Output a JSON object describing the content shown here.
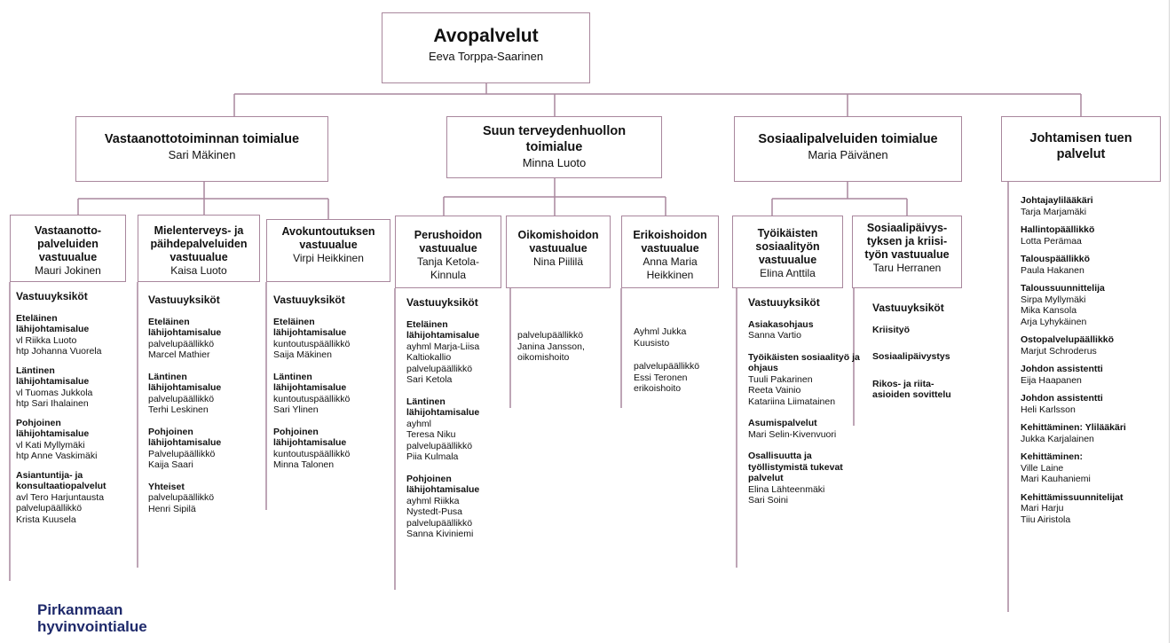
{
  "colors": {
    "connector": "#a9879d",
    "box_border": "#a9879d",
    "logo": "#1f2a6b"
  },
  "top": {
    "title": "Avopalvelut",
    "name": "Eeva Torppa-Saarinen"
  },
  "divisions": [
    {
      "title": "Vastaanottotoiminnan toimialue",
      "name": "Sari Mäkinen"
    },
    {
      "title": "Suun terveydenhuollon toimialue",
      "name": "Minna Luoto"
    },
    {
      "title": "Sosiaalipalveluiden toimialue",
      "name": "Maria Päivänen"
    },
    {
      "title": "Johtamisen tuen palvelut",
      "name": ""
    }
  ],
  "units": [
    {
      "title": "Vastaanotto-palveluiden vastuualue",
      "name": "Mauri Jokinen"
    },
    {
      "title": "Mielenterveys- ja päihdepalveluiden vastuualue",
      "name": "Kaisa Luoto"
    },
    {
      "title": "Avokuntoutuksen vastuualue",
      "name": "Virpi Heikkinen"
    },
    {
      "title": "Perushoidon vastuualue",
      "name": "Tanja Ketola-Kinnula"
    },
    {
      "title": "Oikomishoidon vastuualue",
      "name": "Nina Piililä"
    },
    {
      "title": "Erikoishoidon vastuualue",
      "name": "Anna Maria Heikkinen"
    },
    {
      "title": "Työikäisten sosiaalityön vastuualue",
      "name": "Elina Anttila"
    },
    {
      "title": "Sosiaalipäivys-tyksen ja kriisi-työn vastuualue",
      "name": "Taru Herranen"
    }
  ],
  "columns": [
    {
      "header": "Vastuuyksiköt",
      "sections": [
        {
          "title": "Eteläinen lähijohtamisalue",
          "lines": [
            "vl Riikka Luoto",
            "htp Johanna Vuorela"
          ]
        },
        {
          "title": "Läntinen lähijohtamisalue",
          "lines": [
            "vl Tuomas Jukkola",
            "htp Sari Ihalainen"
          ]
        },
        {
          "title": "Pohjoinen lähijohtamisalue",
          "lines": [
            "vl Kati Myllymäki",
            "htp Anne Vaskimäki"
          ]
        },
        {
          "title": "Asiantuntija- ja konsultaatiopalvelut",
          "lines": [
            "avl Tero Harjuntausta",
            "palvelupäällikkö",
            "Krista Kuusela"
          ]
        }
      ]
    },
    {
      "header": "Vastuuyksiköt",
      "sections": [
        {
          "title": "Eteläinen lähijohtamisalue",
          "lines": [
            "palvelupäällikkö",
            "Marcel Mathier"
          ]
        },
        {
          "title": "Läntinen lähijohtamisalue",
          "lines": [
            "palvelupäällikkö",
            "Terhi Leskinen"
          ]
        },
        {
          "title": "Pohjoinen lähijohtamisalue",
          "lines": [
            "Palvelupäällikkö",
            "Kaija Saari"
          ]
        },
        {
          "title": "Yhteiset",
          "lines": [
            "palvelupäällikkö",
            "Henri Sipilä"
          ]
        }
      ]
    },
    {
      "header": "Vastuuyksiköt",
      "sections": [
        {
          "title": "Eteläinen lähijohtamisalue",
          "lines": [
            "kuntoutuspäällikkö",
            "Saija Mäkinen"
          ]
        },
        {
          "title": "Läntinen lähijohtamisalue",
          "lines": [
            "kuntoutuspäällikkö",
            "Sari Ylinen"
          ]
        },
        {
          "title": "Pohjoinen lähijohtamisalue",
          "lines": [
            "kuntoutuspäällikkö",
            "Minna Talonen"
          ]
        }
      ]
    },
    {
      "header": "Vastuuyksiköt",
      "sections": [
        {
          "title": "Eteläinen lähijohtamisalue",
          "lines": [
            "ayhml Marja-Liisa",
            "Kaltiokallio",
            "palvelupäällikkö",
            "Sari Ketola"
          ]
        },
        {
          "title": "Läntinen lähijohtamisalue",
          "lines": [
            "ayhml",
            "Teresa Niku",
            "palvelupäällikkö",
            "Piia Kulmala"
          ]
        },
        {
          "title": "Pohjoinen lähijohtamisalue",
          "lines": [
            "ayhml Riikka",
            "Nystedt-Pusa",
            "palvelupäällikkö",
            "Sanna Kiviniemi"
          ]
        }
      ]
    },
    {
      "header": "",
      "sections": [
        {
          "title": "",
          "lines": [
            "palvelupäällikkö",
            "Janina Jansson,",
            "oikomishoito"
          ]
        }
      ]
    },
    {
      "header": "",
      "sections": [
        {
          "title": "",
          "lines": [
            "Ayhml Jukka",
            "Kuusisto"
          ]
        },
        {
          "title": "",
          "lines": [
            "palvelupäällikkö",
            "Essi Teronen",
            "erikoishoito"
          ]
        }
      ]
    },
    {
      "header": "Vastuuyksiköt",
      "sections": [
        {
          "title": "Asiakasohjaus",
          "lines": [
            "Sanna Vartio"
          ]
        },
        {
          "title": "Työikäisten sosiaalityö ja ohjaus",
          "lines": [
            "Tuuli Pakarinen",
            "Reeta Vainio",
            "Katariina Liimatainen"
          ]
        },
        {
          "title": "Asumispalvelut",
          "lines": [
            "Mari Selin-Kivenvuori"
          ]
        },
        {
          "title": "Osallisuutta ja työllistymistä tukevat palvelut",
          "lines": [
            "Elina Lähteenmäki",
            "Sari Soini"
          ]
        }
      ]
    },
    {
      "header": "Vastuuyksiköt",
      "sections": [
        {
          "title": "Kriisityö",
          "lines": []
        },
        {
          "title": "Sosiaalipäivystys",
          "lines": []
        },
        {
          "title": "Rikos- ja riita-asioiden sovittelu",
          "lines": []
        }
      ]
    },
    {
      "header": "",
      "sections": [
        {
          "title": "Johtajaylilääkäri",
          "lines": [
            "Tarja Marjamäki"
          ]
        },
        {
          "title": "Hallintopäällikkö",
          "lines": [
            "Lotta Perämaa"
          ]
        },
        {
          "title": "Talouspäällikkö",
          "lines": [
            "Paula Hakanen"
          ]
        },
        {
          "title": "Taloussuunnittelija",
          "lines": [
            "Sirpa Myllymäki",
            "Mika Kansola",
            "Arja Lyhykäinen"
          ]
        },
        {
          "title": "Ostopalvelupäällikkö",
          "lines": [
            "Marjut Schroderus"
          ]
        },
        {
          "title": "Johdon assistentti",
          "lines": [
            "Eija Haapanen"
          ]
        },
        {
          "title": "Johdon assistentti",
          "lines": [
            "Heli Karlsson"
          ]
        },
        {
          "title": "Kehittäminen: Ylilääkäri",
          "lines": [
            "Jukka Karjalainen"
          ]
        },
        {
          "title": "Kehittäminen:",
          "lines": [
            "Ville Laine",
            "Mari Kauhaniemi"
          ]
        },
        {
          "title": "Kehittämissuunnitelijat",
          "lines": [
            "Mari Harju",
            "Tiiu Airistola"
          ]
        }
      ]
    }
  ],
  "logo": {
    "line1": "Pirkanmaan",
    "line2": "hyvinvointialue"
  }
}
